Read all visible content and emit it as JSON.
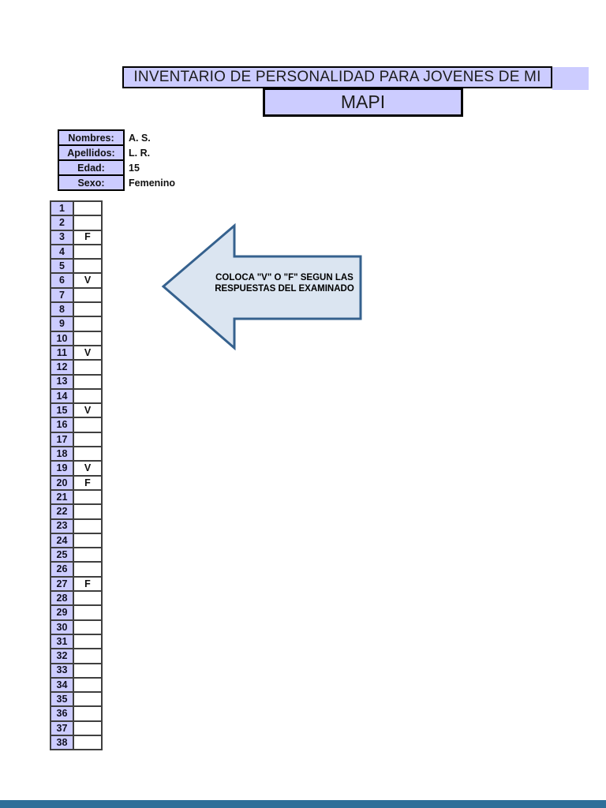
{
  "banner": {
    "title": "INVENTARIO DE PERSONALIDAD PARA JOVENES DE MI",
    "subtitle": "MAPI"
  },
  "info": {
    "fields": [
      {
        "label": "Nombres:",
        "value": "A. S."
      },
      {
        "label": "Apellidos:",
        "value": "L. R."
      },
      {
        "label": "Edad:",
        "value": "15"
      },
      {
        "label": "Sexo:",
        "value": "Femenino"
      }
    ]
  },
  "answers": {
    "instruction_line1": "COLOCA \"V\" O \"F\" SEGUN LAS",
    "instruction_line2": "RESPUESTAS DEL EXAMINADO",
    "rows": [
      {
        "num": "1",
        "value": ""
      },
      {
        "num": "2",
        "value": ""
      },
      {
        "num": "3",
        "value": "F"
      },
      {
        "num": "4",
        "value": ""
      },
      {
        "num": "5",
        "value": ""
      },
      {
        "num": "6",
        "value": "V"
      },
      {
        "num": "7",
        "value": ""
      },
      {
        "num": "8",
        "value": ""
      },
      {
        "num": "9",
        "value": ""
      },
      {
        "num": "10",
        "value": ""
      },
      {
        "num": "11",
        "value": "V"
      },
      {
        "num": "12",
        "value": ""
      },
      {
        "num": "13",
        "value": ""
      },
      {
        "num": "14",
        "value": ""
      },
      {
        "num": "15",
        "value": "V"
      },
      {
        "num": "16",
        "value": ""
      },
      {
        "num": "17",
        "value": ""
      },
      {
        "num": "18",
        "value": ""
      },
      {
        "num": "19",
        "value": "V"
      },
      {
        "num": "20",
        "value": "F"
      },
      {
        "num": "21",
        "value": ""
      },
      {
        "num": "22",
        "value": ""
      },
      {
        "num": "23",
        "value": ""
      },
      {
        "num": "24",
        "value": ""
      },
      {
        "num": "25",
        "value": ""
      },
      {
        "num": "26",
        "value": ""
      },
      {
        "num": "27",
        "value": "F"
      },
      {
        "num": "28",
        "value": ""
      },
      {
        "num": "29",
        "value": ""
      },
      {
        "num": "30",
        "value": ""
      },
      {
        "num": "31",
        "value": ""
      },
      {
        "num": "32",
        "value": ""
      },
      {
        "num": "33",
        "value": ""
      },
      {
        "num": "34",
        "value": ""
      },
      {
        "num": "35",
        "value": ""
      },
      {
        "num": "36",
        "value": ""
      },
      {
        "num": "37",
        "value": ""
      },
      {
        "num": "38",
        "value": ""
      }
    ]
  },
  "colors": {
    "cell_lavender": "#ccccff",
    "arrow_fill": "#dbe5f1",
    "arrow_border": "#35618e",
    "table_border": "#3f3f3f",
    "next_page_edge_blue": "#2e6f99"
  }
}
